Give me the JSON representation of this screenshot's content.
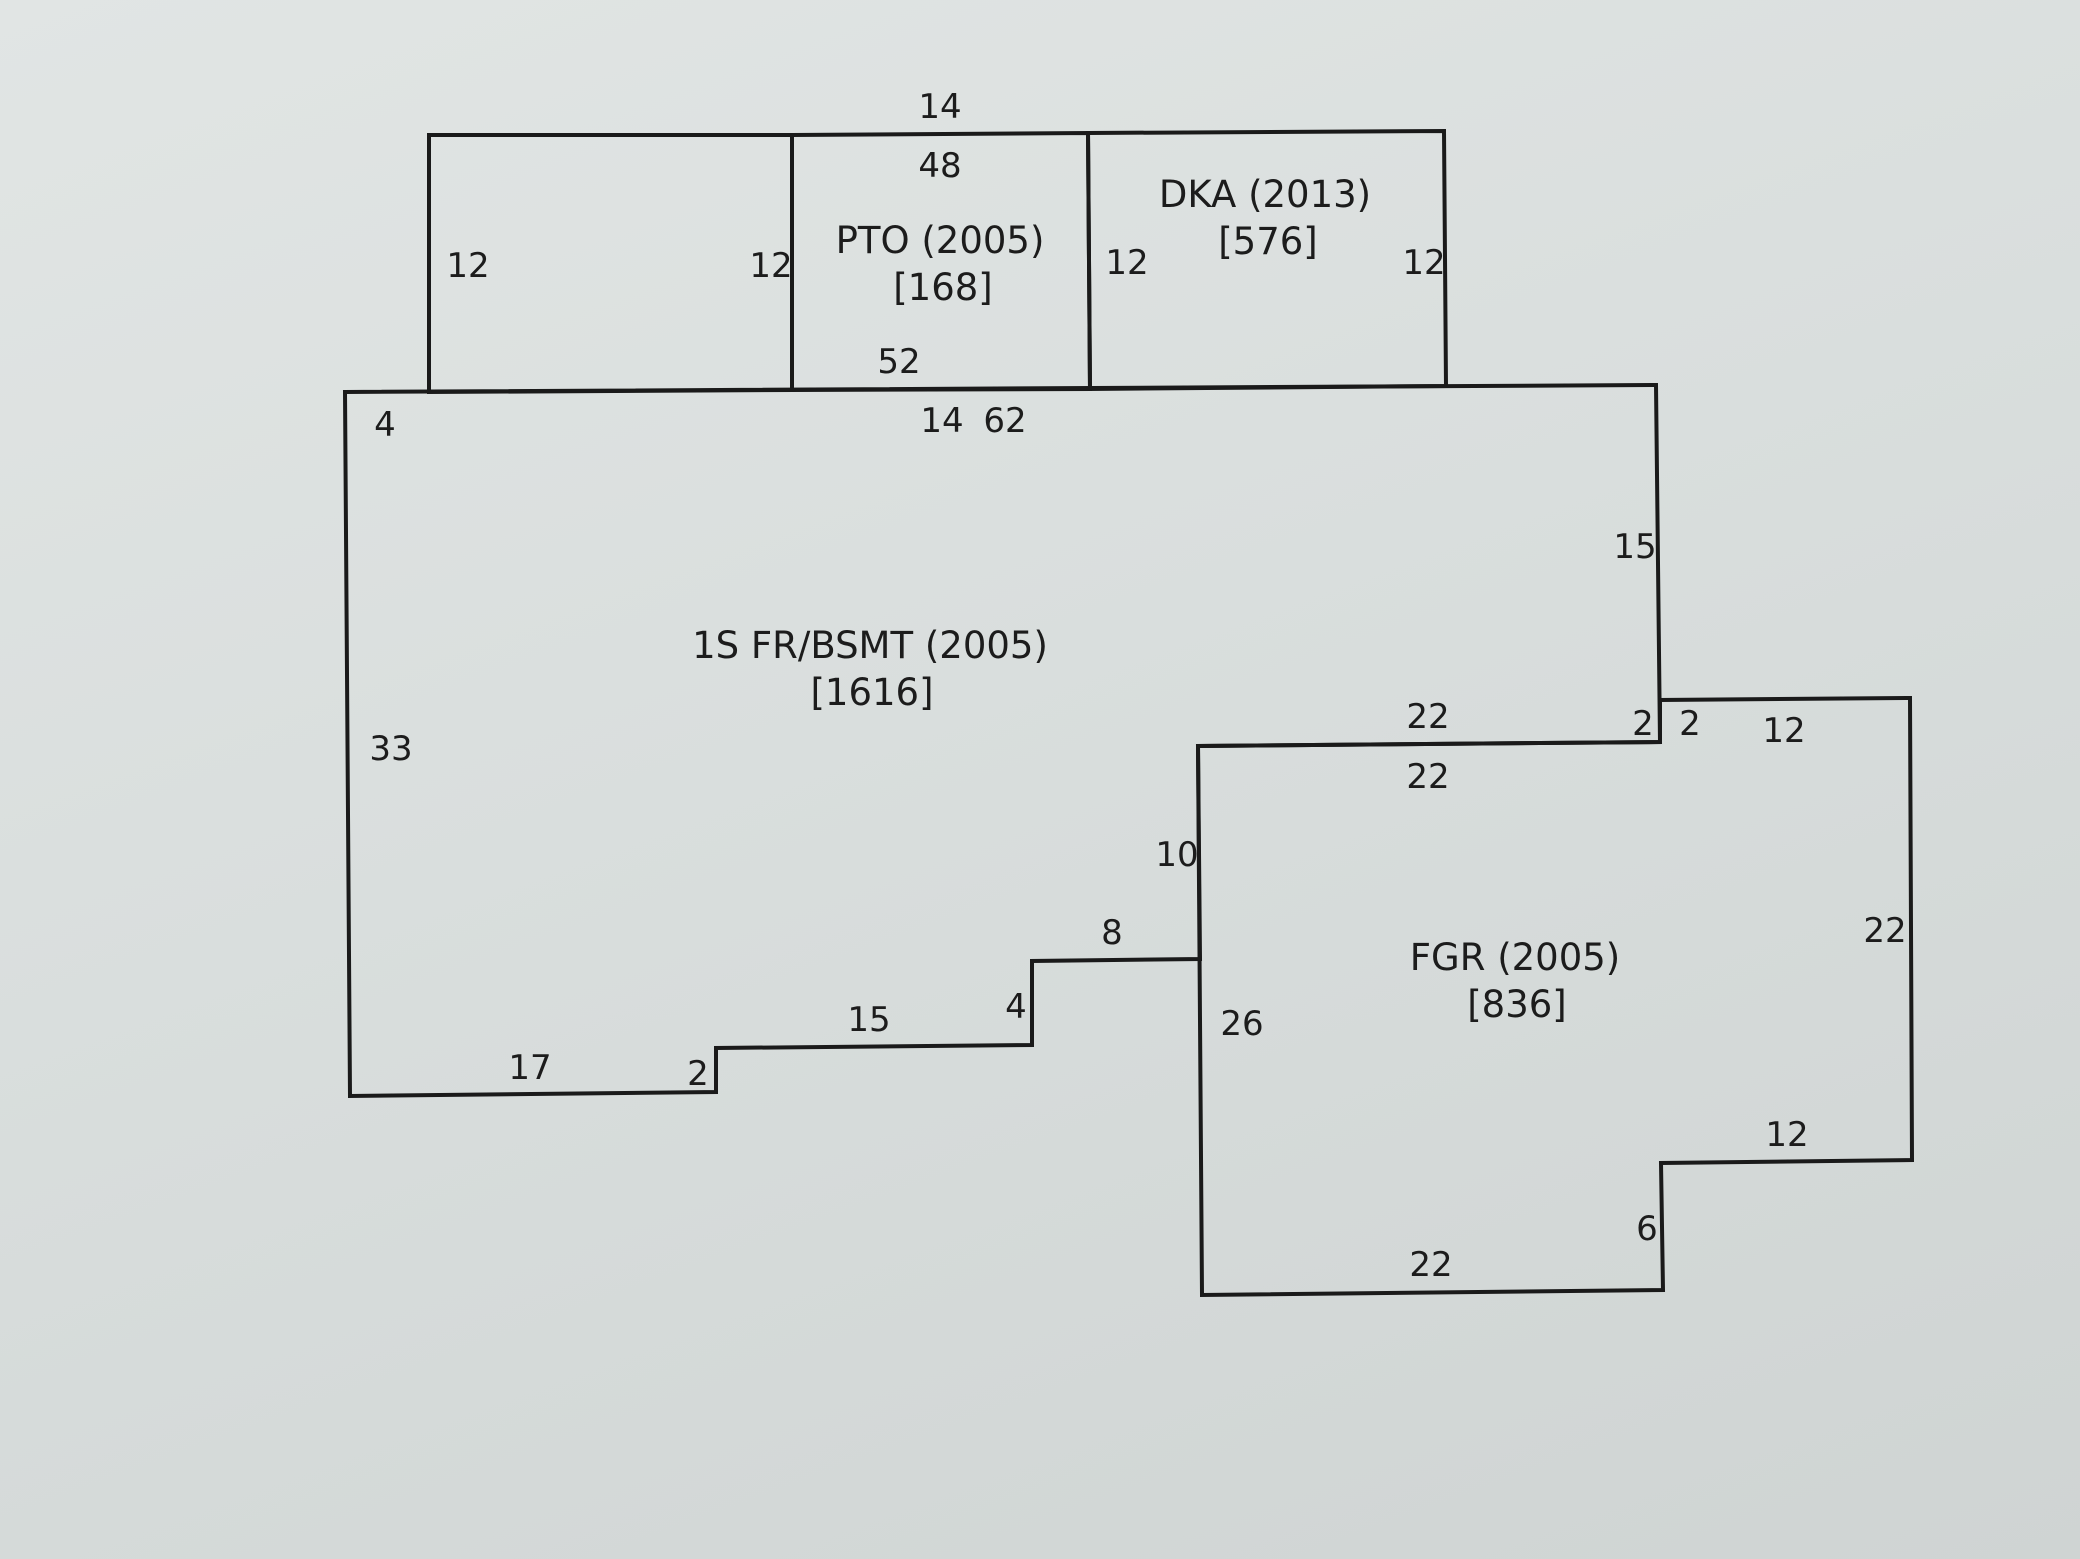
{
  "areas": [
    {
      "id": "main",
      "label": "1S FR/BSMT (2005)",
      "area": "[1616]"
    },
    {
      "id": "pto",
      "label": "PTO (2005)",
      "area": "[168]"
    },
    {
      "id": "dka",
      "label": "DKA (2013)",
      "area": "[576]"
    },
    {
      "id": "fgr",
      "label": "FGR (2005)",
      "area": "[836]"
    }
  ],
  "dimensions": {
    "top_overall": "14",
    "top_mid": "48",
    "pto_bottom": "52",
    "left_box_left": "12",
    "left_box_right": "12",
    "dka_left": "12",
    "dka_right": "12",
    "main_top_a": "14",
    "main_top_b": "62",
    "main_top_left": "4",
    "main_right": "15",
    "main_left": "33",
    "main_step_lower": "22",
    "step_2_left": "2",
    "step_2_right": "2",
    "fgr_top_right": "12",
    "fgr_top": "22",
    "fgr_left_upper": "10",
    "main_bottom_step": "8",
    "main_bottom_mid": "15",
    "main_bottom_step_4": "4",
    "main_bottom_left": "17",
    "main_bottom_step_2": "2",
    "fgr_left": "26",
    "fgr_right": "22",
    "fgr_notch_top": "12",
    "fgr_notch_side": "6",
    "fgr_bottom": "22"
  }
}
